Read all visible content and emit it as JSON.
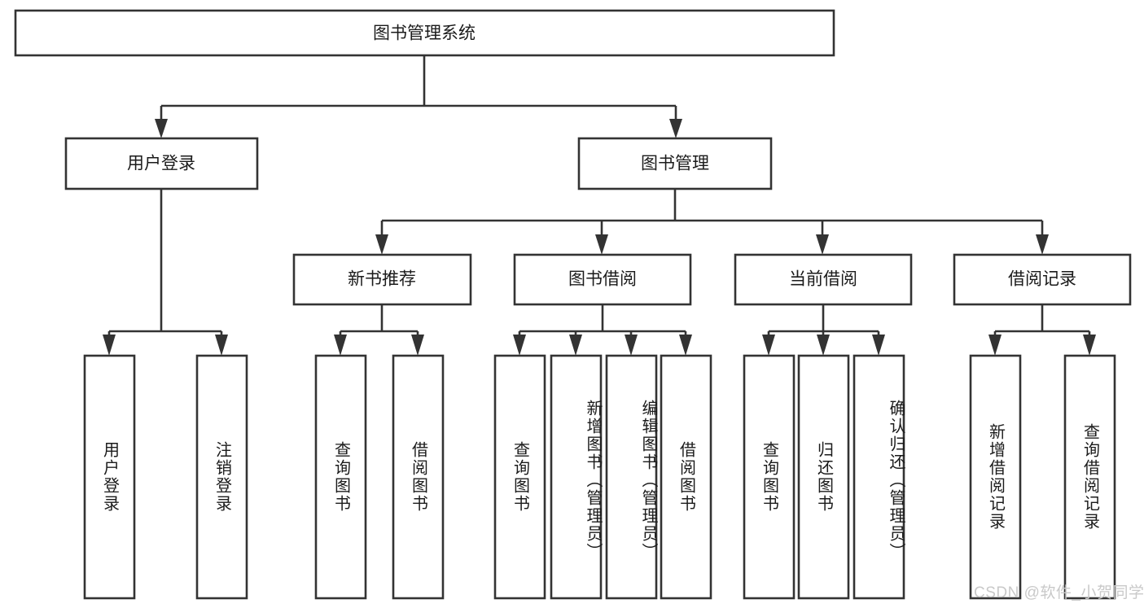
{
  "diagram": {
    "title": "图书管理系统",
    "type": "hierarchy-tree",
    "watermark": "CSDN @软件_小贺同学",
    "colors": {
      "box_stroke": "#333333",
      "box_fill": "#ffffff",
      "text": "#1b1b1b",
      "connector": "#333333",
      "background": "#ffffff",
      "watermark": "#c9c9c9"
    },
    "levels": {
      "root": {
        "label": "图书管理系统"
      },
      "level2": [
        {
          "label": "用户登录"
        },
        {
          "label": "图书管理"
        }
      ],
      "level3": [
        {
          "label": "新书推荐"
        },
        {
          "label": "图书借阅"
        },
        {
          "label": "当前借阅"
        },
        {
          "label": "借阅记录"
        }
      ],
      "leaves": {
        "user_login": [
          {
            "label": "用户登录"
          },
          {
            "label": "注销登录"
          }
        ],
        "new_book_recommend": [
          {
            "label": "查询图书"
          },
          {
            "label": "借阅图书"
          }
        ],
        "book_borrow": [
          {
            "label": "查询图书"
          },
          {
            "label": "新增图书（管理员）"
          },
          {
            "label": "编辑图书（管理员）"
          },
          {
            "label": "借阅图书"
          }
        ],
        "current_borrow": [
          {
            "label": "查询图书"
          },
          {
            "label": "归还图书"
          },
          {
            "label": "确认归还（管理员）"
          }
        ],
        "borrow_record": [
          {
            "label": "新增借阅记录"
          },
          {
            "label": "查询借阅记录"
          }
        ]
      }
    }
  }
}
